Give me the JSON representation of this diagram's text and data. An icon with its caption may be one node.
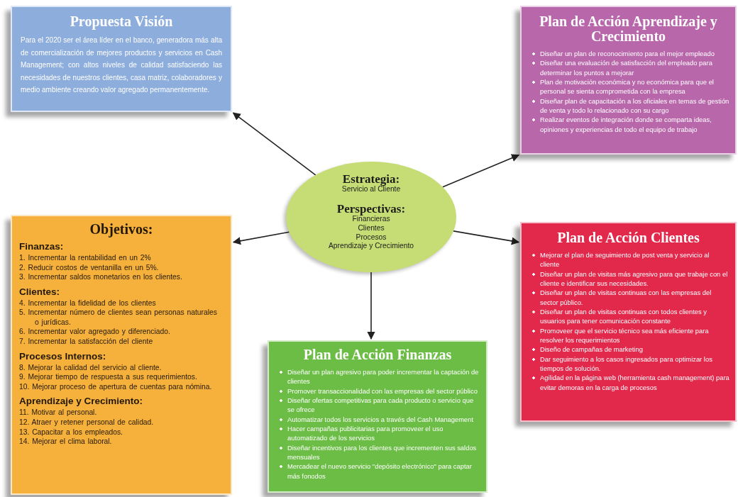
{
  "diagram": {
    "nodes": [
      {
        "text": [
          "Estrategia:",
          "Servicio al Cliente",
          "Perspectivas:",
          "Financieras",
          "Clientes",
          "Procesos",
          "Aprendizaje y Crecimiento"
        ]
      },
      {
        "text": [
          "Propuesta Visión",
          "Para el 2020 ser el área líder en el banco, generadora más alta de comercialización de mejores productos y servicios en Cash Management; con altos niveles de calidad satisfaciendo las necesidades de nuestros clientes, casa matriz, colaboradores y medio ambiente creando valor agregado permanentemente."
        ]
      },
      {
        "text": [
          "Plan de Acción Aprendizaje y Crecimiento",
          "Diseñar un plan de reconocimiento para el mejor empleado",
          "Diseñar una evaluación de satisfacción del empleado para determinar los puntos a mejorar",
          "Plan de motivación económica y no económica para que el personal se sienta comprometida con la empresa",
          "Diseñar plan de capacitación a los oficiales en temas de gestión de venta y todo lo relacionado con su cargo",
          "Realizar eventos de integración donde se comparta ideas, opiniones y experiencias de todo el equipo de trabajo"
        ]
      },
      {
        "text": [
          "Objetivos:",
          "Finanzas:",
          "1. Incrementar la rentabilidad en un 2%",
          "2. Reducir costos de ventanilla en un 5%.",
          "3. Incrementar saldos monetarios en los clientes.",
          "Clientes:",
          "4. Incrementar la fidelidad de los clientes",
          "5. Incrementar número de clientes sean personas naturales o jurídicas.",
          "6. Incrementar valor agregado y diferenciado.",
          "7. Incrementar la satisfacción del cliente",
          "Procesos Internos:",
          "8. Mejorar la calidad del servicio al cliente.",
          "9. Mejorar tiempo de respuesta a sus requerimientos.",
          "10. Mejorar proceso de apertura de cuentas para nómina.",
          "Aprendizaje y Crecimiento:",
          "11. Motivar al personal.",
          "12. Atraer y retener personal de calidad.",
          "13. Capacitar a los empleados.",
          "14. Mejorar el clima laboral."
        ]
      },
      {
        "text": [
          "Plan de Acción Clientes",
          "Mejorar el plan de seguimiento de post venta y servicio al cliente",
          "Diseñar un plan de visitas más agresivo para que trabaje con el cliente e identificar sus necesidades.",
          "Diseñar un plan de visitas continuas con las empresas del sector público.",
          "Diseñar un plan de visitas continuas con todos clientes y usuarios para tener comunicación constante",
          "Promoveer que el servicio técnico sea más eficiente para resolver los requerimientos",
          "Diseño de campañas de marketing",
          "Dar seguimiento a los casos ingresados para optimizar los tiempos de solución.",
          "Agilidad en la página web (herramienta cash management) para evitar demoras en la carga de procesos"
        ]
      },
      {
        "text": [
          "Plan de Acción Finanzas",
          "Diseñar un plan agresivo para poder incrementar la captación de clientes",
          "Promover transaccionalidad con las empresas del sector público",
          "Diseñar ofertas competitivas para cada producto o servicio que se ofrece",
          "Automatizar todos los servicios a través del Cash Management",
          "Hacer campañas publicitarias para promoveer el uso automatizado de los servicios",
          "Diseñar incentivos para los clientes que incrementen sus saldos mensuales",
          "Mercadear el nuevo servicio \"depósito electrónico\" para captar más fonodos"
        ]
      }
    ],
    "edges": [
      {
        "from": 0,
        "to": 1,
        "arrow": "to"
      },
      {
        "from": 0,
        "to": 2,
        "arrow": "to"
      },
      {
        "from": 0,
        "to": 3,
        "arrow": "to"
      },
      {
        "from": 0,
        "to": 4,
        "arrow": "to"
      },
      {
        "from": 0,
        "to": 5,
        "arrow": "to"
      }
    ]
  }
}
